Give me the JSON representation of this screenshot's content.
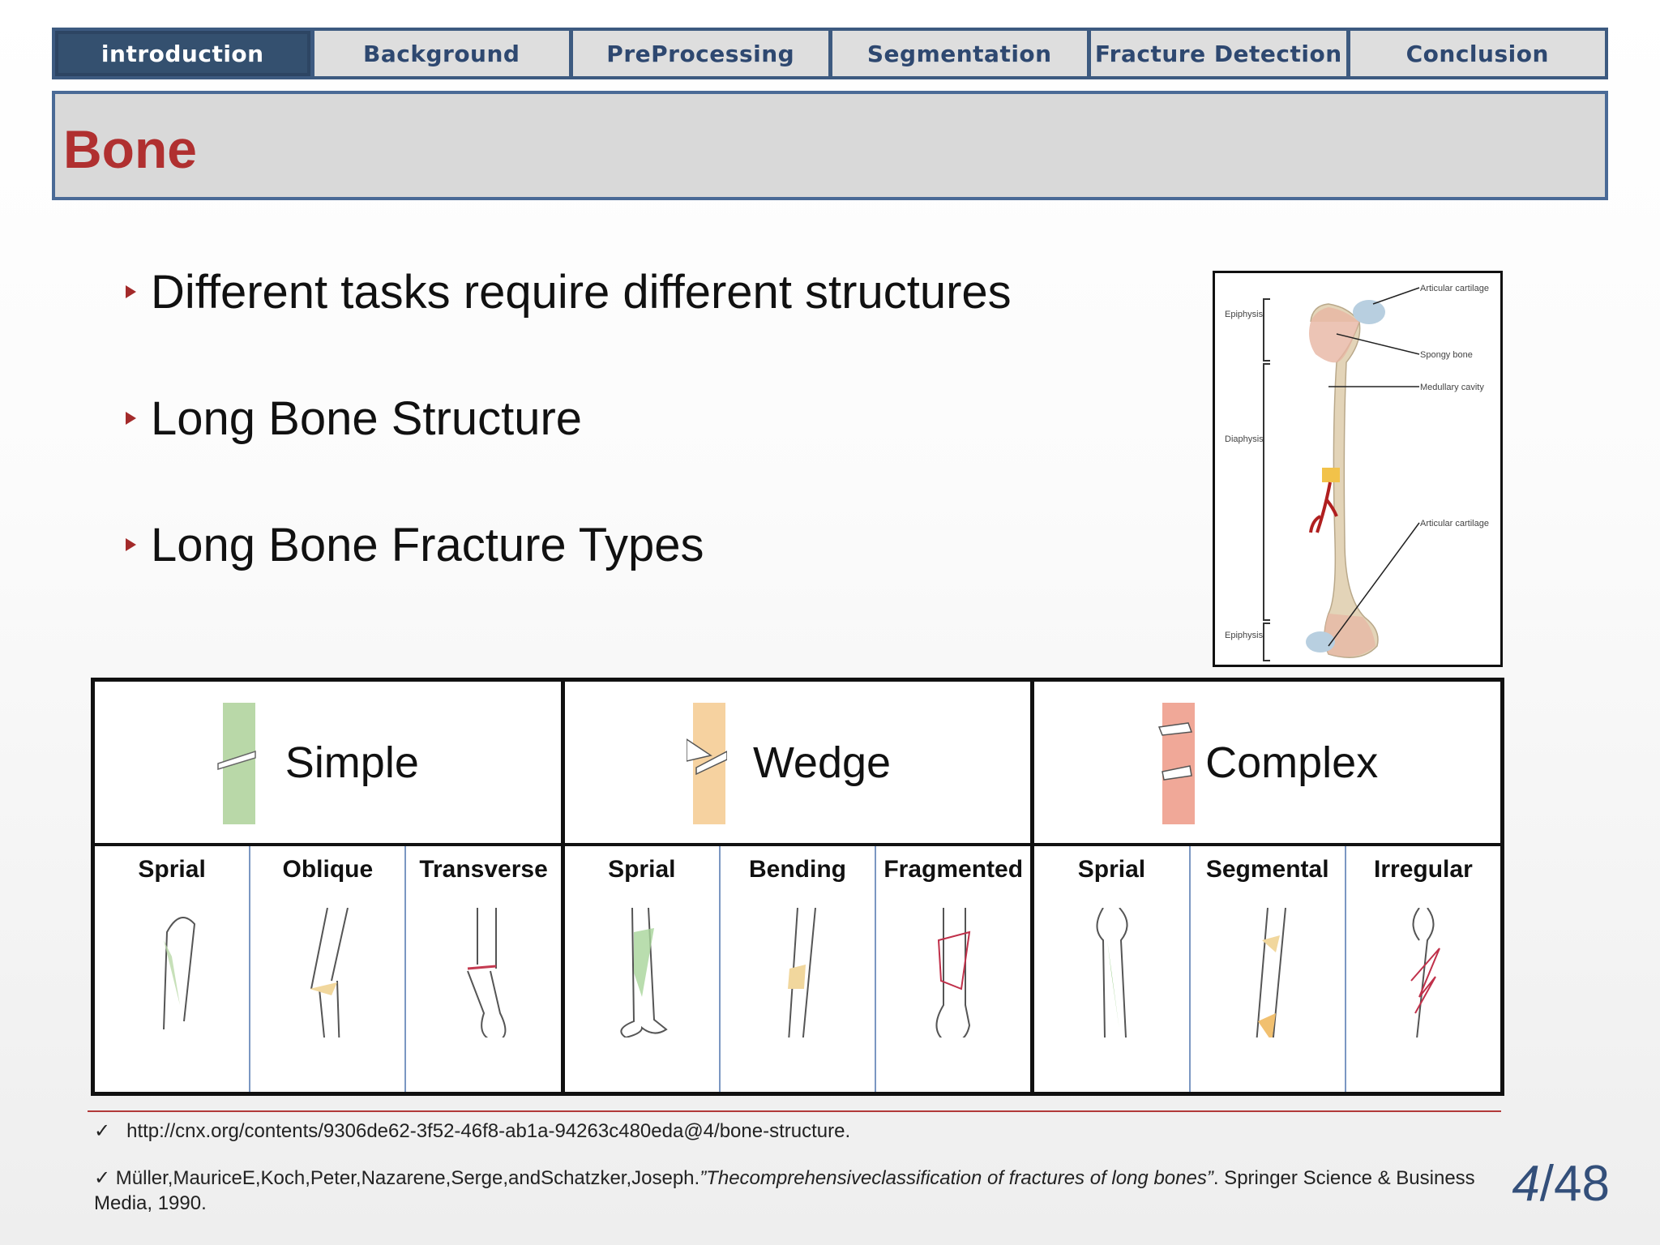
{
  "nav": {
    "tabs": [
      {
        "label": "introduction",
        "active": true
      },
      {
        "label": "Background",
        "active": false
      },
      {
        "label": "PreProcessing",
        "active": false
      },
      {
        "label": "Segmentation",
        "active": false
      },
      {
        "label": "Fracture Detection",
        "active": false
      },
      {
        "label": "Conclusion",
        "active": false
      }
    ]
  },
  "title": "Bone",
  "bullets": [
    "Different tasks require different structures",
    "Long Bone Structure",
    "Long Bone Fracture Types"
  ],
  "bone_figure": {
    "labels": {
      "articular_top": "Articular cartilage",
      "spongy": "Spongy bone",
      "medullary": "Medullary cavity",
      "articular_bottom": "Articular cartilage",
      "epiphysis_top": "Epiphysis",
      "diaphysis": "Diaphysis",
      "epiphysis_bottom": "Epiphysis"
    }
  },
  "fracture_table": {
    "groups": [
      {
        "name": "Simple",
        "color": "#b9d8a8",
        "subtypes": [
          "Sprial",
          "Oblique",
          "Transverse"
        ]
      },
      {
        "name": "Wedge",
        "color": "#f6d2a0",
        "subtypes": [
          "Sprial",
          "Bending",
          "Fragmented"
        ]
      },
      {
        "name": "Complex",
        "color": "#f0a898",
        "subtypes": [
          "Sprial",
          "Segmental",
          "Irregular"
        ]
      }
    ]
  },
  "references": {
    "ref1": "http://cnx.org/contents/9306de62-3f52-46f8-ab1a-94263c480eda@4/bone-structure.",
    "ref2_authors": "Müller,MauriceE,Koch,Peter,Nazarene,Serge,andSchatzker,Joseph.",
    "ref2_title": "”Thecomprehensiveclassification of fractures of long bones”",
    "ref2_rest": ". Springer Science & Business Media, 1990.",
    "check": "✓"
  },
  "page": {
    "current": "4",
    "total": "/48"
  }
}
